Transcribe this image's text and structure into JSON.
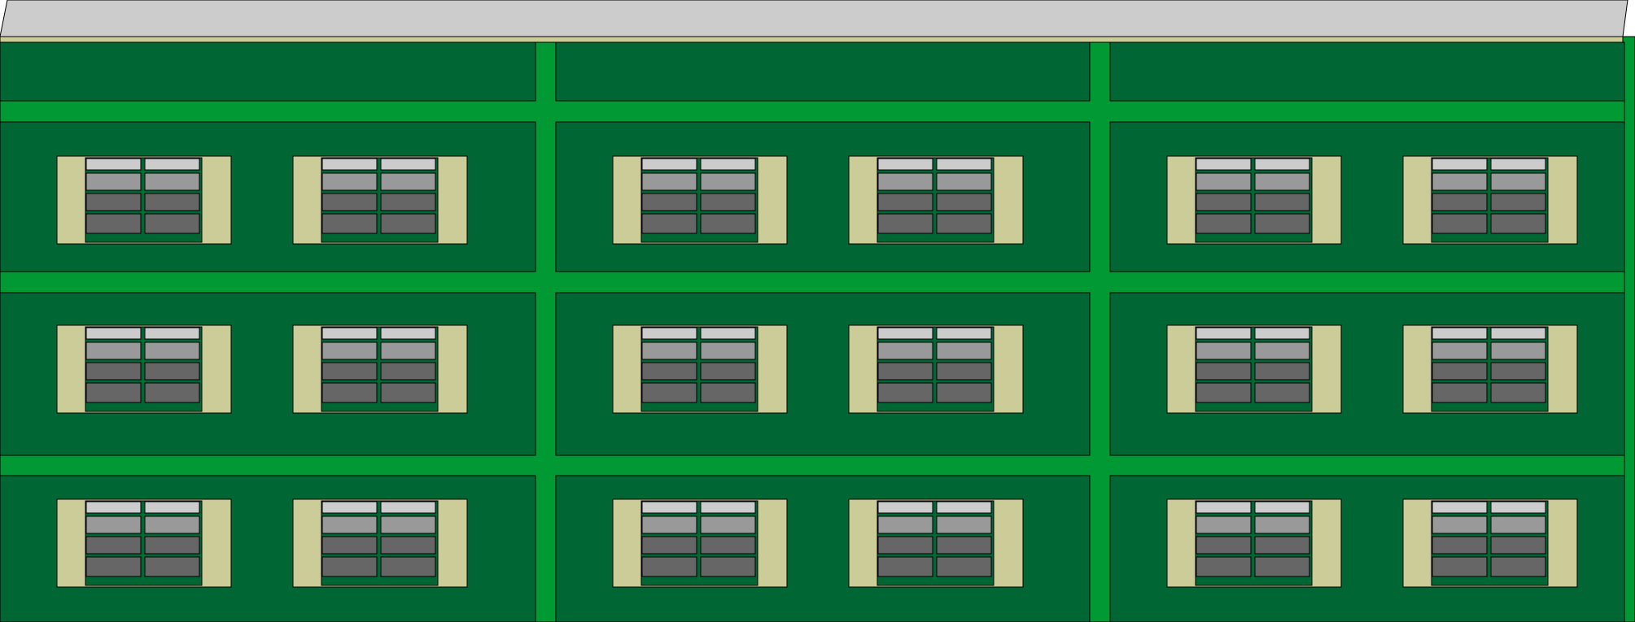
{
  "colors": {
    "roof": "#cccccc",
    "roof_edge": "#cccc99",
    "panel": "#006633",
    "frame": "#009933",
    "window_surround": "#cccc99",
    "pane_light": "#cccccc",
    "pane_mid": "#999999",
    "pane_dark": "#666666",
    "outline": "#000000"
  },
  "building": {
    "floors": 3,
    "bays": 3,
    "windows_per_bay": 2,
    "window_rows": 4,
    "window_columns": 2,
    "pane_shades": [
      "light",
      "mid",
      "dark",
      "dark"
    ]
  }
}
